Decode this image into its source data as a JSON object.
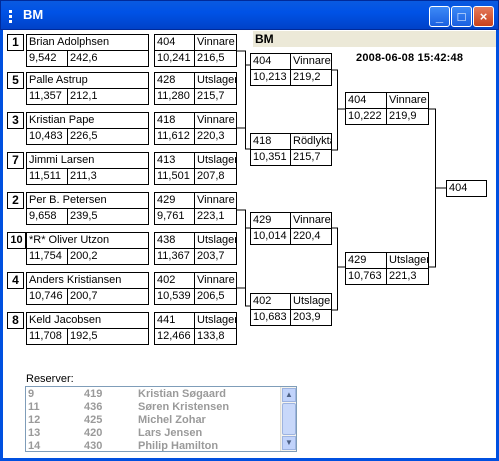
{
  "window": {
    "title": "BM"
  },
  "competition": {
    "title": "BM",
    "datetime": "2008-06-08 15:42:48"
  },
  "round1": [
    {
      "seed": "1",
      "name": "Brian Adolphsen",
      "score": "9,542",
      "time": "242,6"
    },
    {
      "seed": "5",
      "name": "Palle Astrup",
      "score": "11,357",
      "time": "212,1"
    },
    {
      "seed": "3",
      "name": "Kristian Pape",
      "score": "10,483",
      "time": "226,5"
    },
    {
      "seed": "7",
      "name": "Jimmi Larsen",
      "score": "11,511",
      "time": "211,3"
    },
    {
      "seed": "2",
      "name": "Per B. Petersen",
      "score": "9,658",
      "time": "239,5"
    },
    {
      "seed": "10",
      "name": "*R* Oliver Utzon",
      "score": "11,754",
      "time": "200,2"
    },
    {
      "seed": "4",
      "name": "Anders Kristiansen",
      "score": "10,746",
      "time": "200,7"
    },
    {
      "seed": "8",
      "name": "Keld Jacobsen",
      "score": "11,708",
      "time": "192,5"
    }
  ],
  "round2": [
    {
      "car": "404",
      "result": "Vinnare",
      "score": "10,241",
      "time": "216,5"
    },
    {
      "car": "428",
      "result": "Utslagen",
      "score": "11,280",
      "time": "215,7"
    },
    {
      "car": "418",
      "result": "Vinnare",
      "score": "11,612",
      "time": "220,3"
    },
    {
      "car": "413",
      "result": "Utslagen",
      "score": "11,501",
      "time": "207,8"
    },
    {
      "car": "429",
      "result": "Vinnare",
      "score": "9,761",
      "time": "223,1"
    },
    {
      "car": "438",
      "result": "Utslagen",
      "score": "11,367",
      "time": "203,7"
    },
    {
      "car": "402",
      "result": "Vinnare",
      "score": "10,539",
      "time": "206,5"
    },
    {
      "car": "441",
      "result": "Utslagen",
      "score": "12,466",
      "time": "133,8"
    }
  ],
  "round3": [
    {
      "car": "404",
      "result": "Vinnare",
      "score": "10,213",
      "time": "219,2"
    },
    {
      "car": "418",
      "result": "Rödlykta",
      "score": "10,351",
      "time": "215,7"
    },
    {
      "car": "429",
      "result": "Vinnare",
      "score": "10,014",
      "time": "220,4"
    },
    {
      "car": "402",
      "result": "Utslagen",
      "score": "10,683",
      "time": "203,9"
    }
  ],
  "round4": [
    {
      "car": "404",
      "result": "Vinnare",
      "score": "10,222",
      "time": "219,9"
    },
    {
      "car": "429",
      "result": "Utslagen",
      "score": "10,763",
      "time": "221,3"
    }
  ],
  "final": {
    "car": "404"
  },
  "reserves": {
    "label": "Reserver:",
    "rows": [
      {
        "pos": "9",
        "car": "419",
        "name": "Kristian Søgaard"
      },
      {
        "pos": "11",
        "car": "436",
        "name": "Søren Kristensen"
      },
      {
        "pos": "12",
        "car": "425",
        "name": "Michel Zohar"
      },
      {
        "pos": "13",
        "car": "420",
        "name": "Lars Jensen"
      },
      {
        "pos": "14",
        "car": "430",
        "name": "Philip Hamilton"
      }
    ]
  }
}
